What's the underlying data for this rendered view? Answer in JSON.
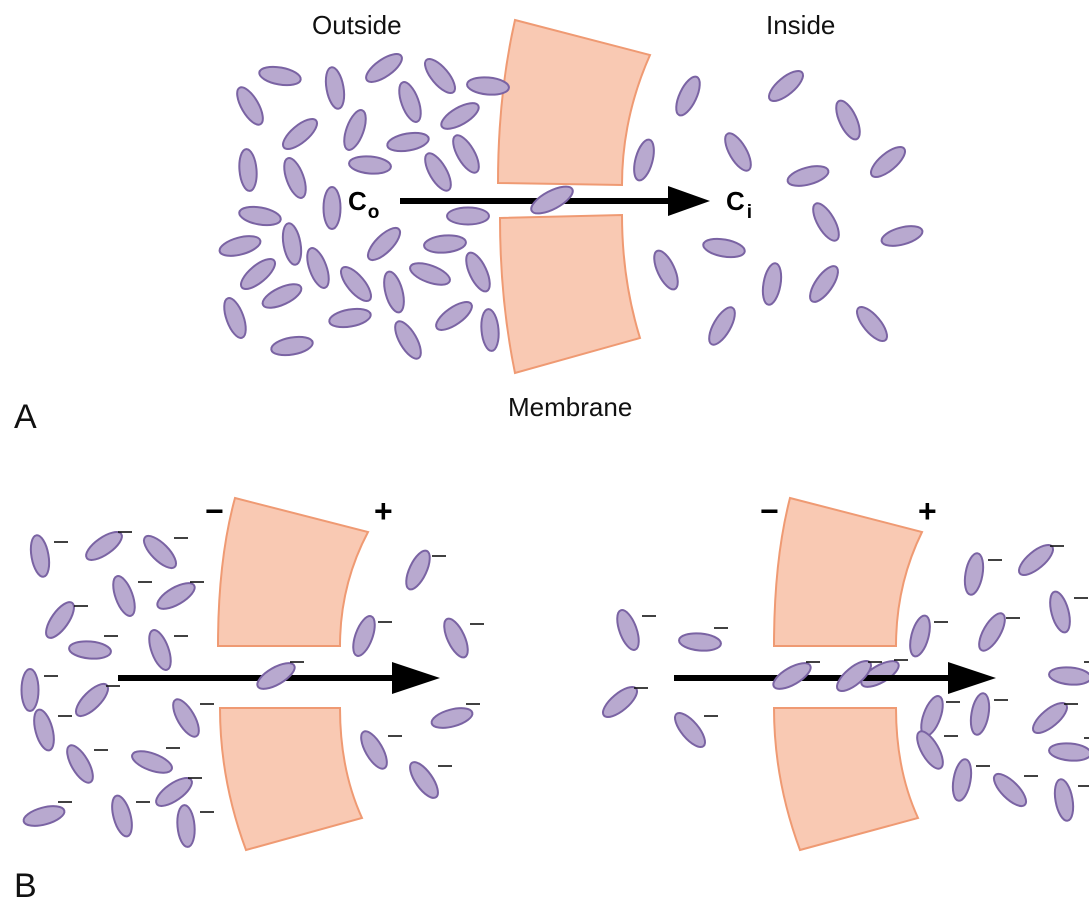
{
  "panel_a": {
    "label": "A",
    "outside": "Outside",
    "inside": "Inside",
    "membrane": "Membrane",
    "c_outside": {
      "letter": "C",
      "subscript": "o"
    },
    "c_inside": {
      "letter": "C",
      "subscript": "i"
    }
  },
  "panel_b": {
    "label": "B",
    "minus": "−",
    "plus": "+"
  },
  "colors": {
    "molecule_fill": "#b8a9cf",
    "molecule_stroke": "#7a63a3",
    "membrane_fill": "#f9c9b3",
    "membrane_stroke": "#ef9a73",
    "arrow": "#000000"
  }
}
